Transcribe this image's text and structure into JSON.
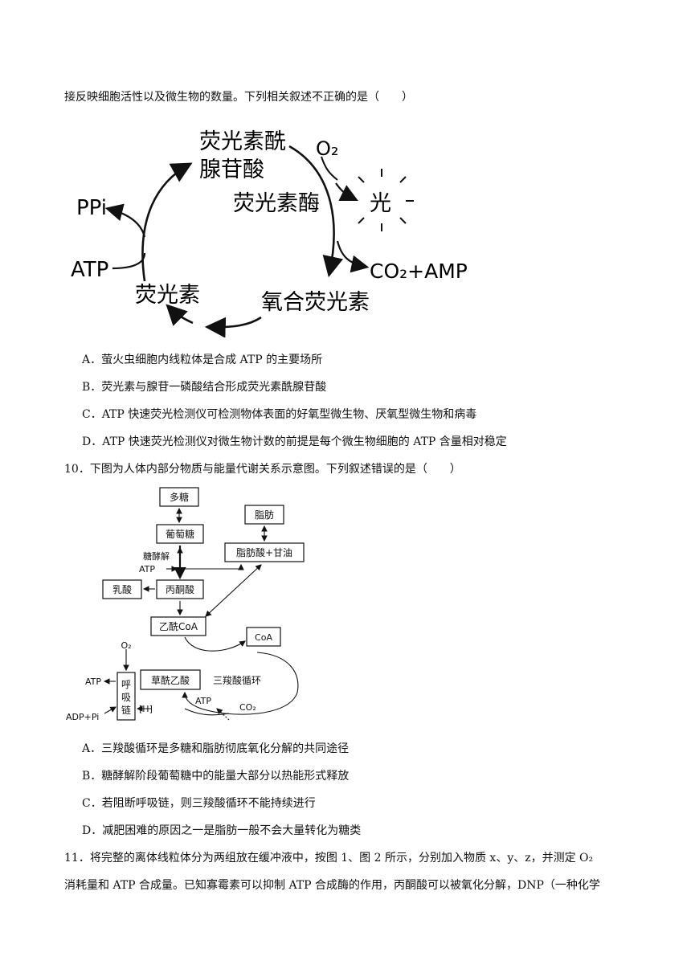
{
  "q9": {
    "stem_tail": "接反映细胞活性以及微生物的数量。下列相关叙述不正确的是（　　）",
    "figure": {
      "luciferyl_adenylate_1": "荧光素酰",
      "luciferyl_adenylate_2": "腺苷酸",
      "o2": "O₂",
      "luciferase": "荧光素酶",
      "light": "光",
      "ppi": "PPi",
      "atp": "ATP",
      "co2_amp": "CO₂+AMP",
      "luciferin": "荧光素",
      "oxyluciferin": "氧合荧光素"
    },
    "options": [
      "A．萤火虫细胞内线粒体是合成 ATP 的主要场所",
      "B．荧光素与腺苷一磷酸结合形成荧光素酰腺苷酸",
      "C．ATP 快速荧光检测仪可检测物体表面的好氧型微生物、厌氧型微生物和病毒",
      "D．ATP 快速荧光检测仪对微生物计数的前提是每个微生物细胞的 ATP 含量相对稳定"
    ]
  },
  "q10": {
    "stem": "10．下图为人体内部分物质与能量代谢关系示意图。下列叙述错误的是（　　）",
    "figure": {
      "polysaccharide": "多糖",
      "glucose": "葡萄糖",
      "glycolysis": "糖酵解",
      "atp_left": "ATP",
      "fat": "脂肪",
      "fatty_acid_glycerol": "脂肪酸+甘油",
      "lactate": "乳酸",
      "pyruvate": "丙酮酸",
      "acetyl_coa": "乙酰CoA",
      "coa": "CoA",
      "o2": "O₂",
      "atp_chain": "ATP",
      "chain_1": "呼",
      "chain_2": "吸",
      "chain_3": "链",
      "adp_pi": "ADP+Pi",
      "oxaloacetate": "草酰乙酸",
      "tca": "三羧酸循环",
      "h": "[H]",
      "atp_cycle": "ATP",
      "co2": "CO₂"
    },
    "options": [
      "A．三羧酸循环是多糖和脂肪彻底氧化分解的共同途径",
      "B．糖酵解阶段葡萄糖中的能量大部分以热能形式释放",
      "C．若阻断呼吸链，则三羧酸循环不能持续进行",
      "D．减肥困难的原因之一是脂肪一般不会大量转化为糖类"
    ]
  },
  "q11": {
    "line1": "11．将完整的离体线粒体分为两组放在缓冲液中，按图 1、图 2 所示，分别加入物质 x、y、z，并测定 O₂",
    "line2": "消耗量和 ATP 合成量。已知寡霉素可以抑制 ATP 合成酶的作用，丙酮酸可以被氧化分解，DNP（一种化学"
  }
}
